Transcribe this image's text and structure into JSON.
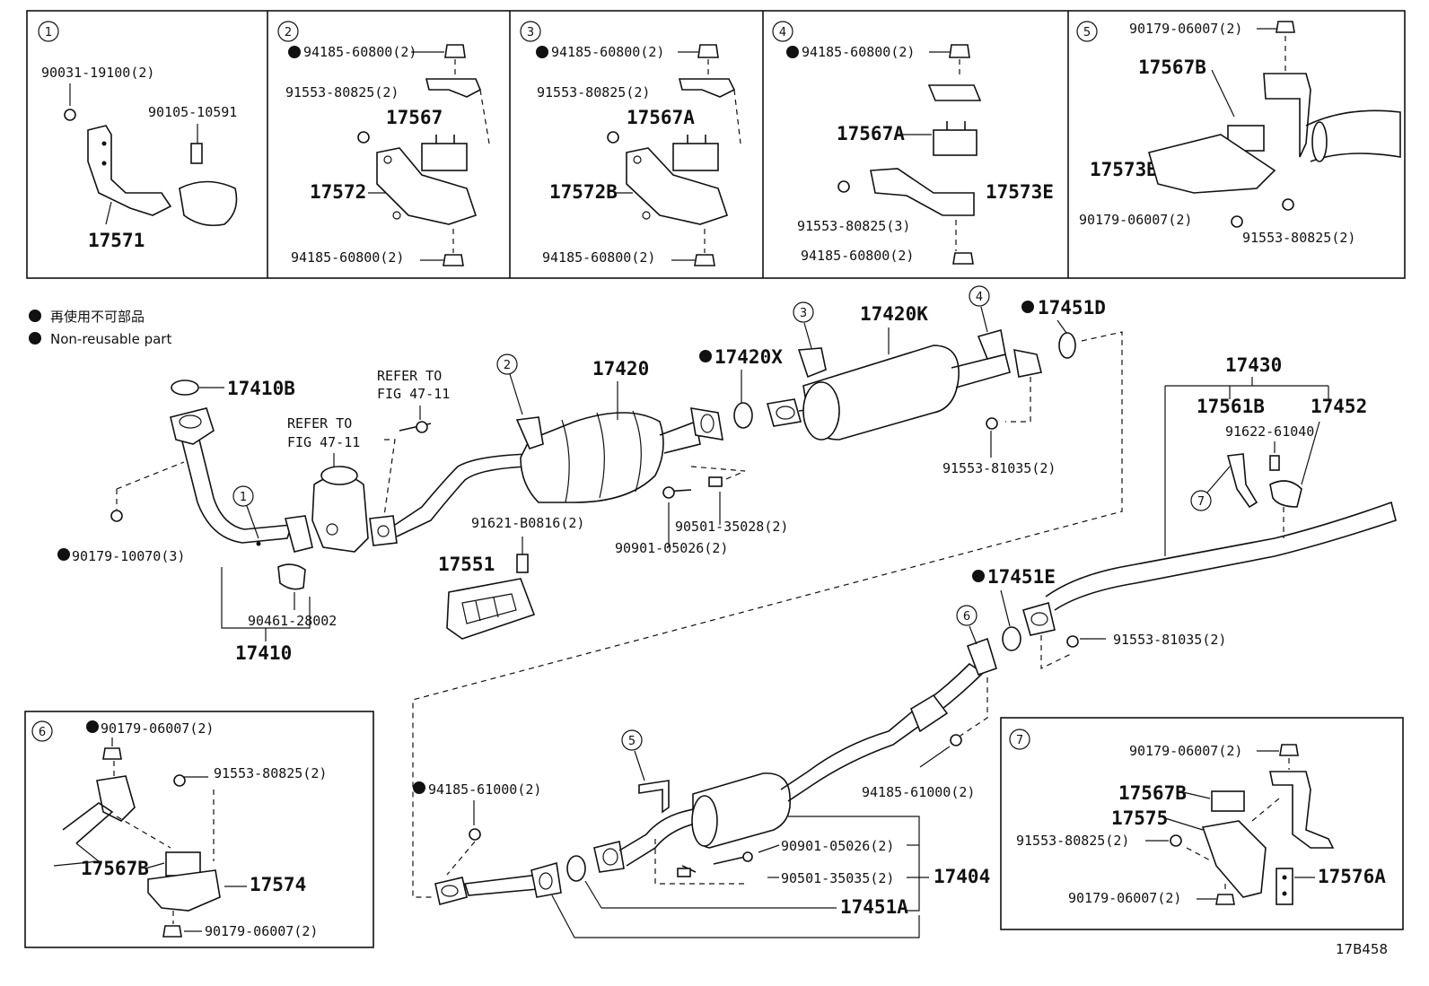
{
  "diagram_code": "17B458",
  "legend": {
    "jp": "再使用不可部品",
    "en": "Non-reusable part"
  },
  "detail_boxes": [
    {
      "ref": "1",
      "labels": [
        "90031-19100(2)",
        "90105-10591",
        "17571"
      ]
    },
    {
      "ref": "2",
      "labels": [
        "94185-60800(2)",
        "91553-80825(2)",
        "17567",
        "17572",
        "94185-60800(2)"
      ]
    },
    {
      "ref": "3",
      "labels": [
        "94185-60800(2)",
        "91553-80825(2)",
        "17567A",
        "17572B",
        "94185-60800(2)"
      ]
    },
    {
      "ref": "4",
      "labels": [
        "94185-60800(2)",
        "17567A",
        "17573E",
        "91553-80825(3)",
        "94185-60800(2)"
      ]
    },
    {
      "ref": "5",
      "labels": [
        "90179-06007(2)",
        "17567B",
        "17573B",
        "90179-06007(2)",
        "91553-80825(2)"
      ]
    },
    {
      "ref": "6",
      "labels": [
        "90179-06007(2)",
        "91553-80825(2)",
        "17567B",
        "17574",
        "90179-06007(2)"
      ]
    },
    {
      "ref": "7",
      "labels": [
        "90179-06007(2)",
        "17567B",
        "17575",
        "91553-80825(2)",
        "17576A",
        "90179-06007(2)"
      ]
    }
  ],
  "main": {
    "refer1": "REFER TO",
    "refer1b": "FIG 47-11",
    "refer2": "REFER TO",
    "refer2b": "FIG 47-11",
    "p17410B": "17410B",
    "p17410": "17410",
    "p90179_10070": "90179-10070(3)",
    "p90461": "90461-28002",
    "p17420": "17420",
    "p17420X": "17420X",
    "p17420K": "17420K",
    "p17451D": "17451D",
    "p91553_81035a": "91553-81035(2)",
    "p91621": "91621-B0816(2)",
    "p90501a": "90501-35028(2)",
    "p90901a": "90901-05026(2)",
    "p17551": "17551",
    "p17430": "17430",
    "p17561B": "17561B",
    "p17452": "17452",
    "p91622": "91622-61040",
    "p17451E": "17451E",
    "p91553_81035b": "91553-81035(2)",
    "p94185_61000a": "94185-61000(2)",
    "p94185_61000b": "94185-61000(2)",
    "p90901b": "90901-05026(2)",
    "p90501b": "90501-35035(2)",
    "p17404": "17404",
    "p17451A": "17451A"
  }
}
